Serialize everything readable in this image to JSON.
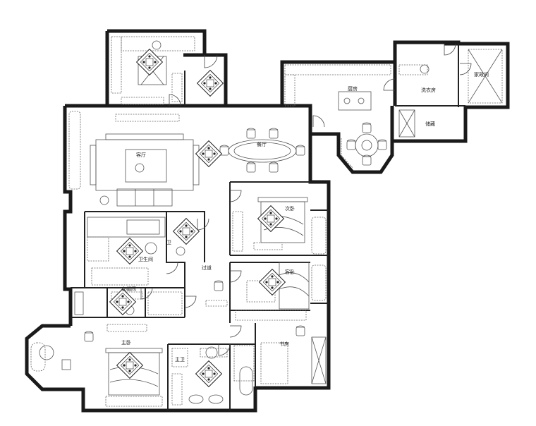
{
  "rooms": [
    {
      "id": "kitchen",
      "label": "厨房"
    },
    {
      "id": "laundry",
      "label": "洗衣房"
    },
    {
      "id": "storage",
      "label": "储藏"
    },
    {
      "id": "utility",
      "label": "家政间"
    },
    {
      "id": "dining",
      "label": "餐厅"
    },
    {
      "id": "living",
      "label": "客厅"
    },
    {
      "id": "bedroom2",
      "label": "次卧"
    },
    {
      "id": "bedroom3",
      "label": "客卧"
    },
    {
      "id": "study",
      "label": "书房"
    },
    {
      "id": "bath-public",
      "label": "卫生间"
    },
    {
      "id": "cloak",
      "label": "衣帽间"
    },
    {
      "id": "master",
      "label": "主卧"
    },
    {
      "id": "master-bath",
      "label": "主卫"
    },
    {
      "id": "corridor",
      "label": "过道"
    },
    {
      "id": "wc",
      "label": "卫"
    }
  ]
}
